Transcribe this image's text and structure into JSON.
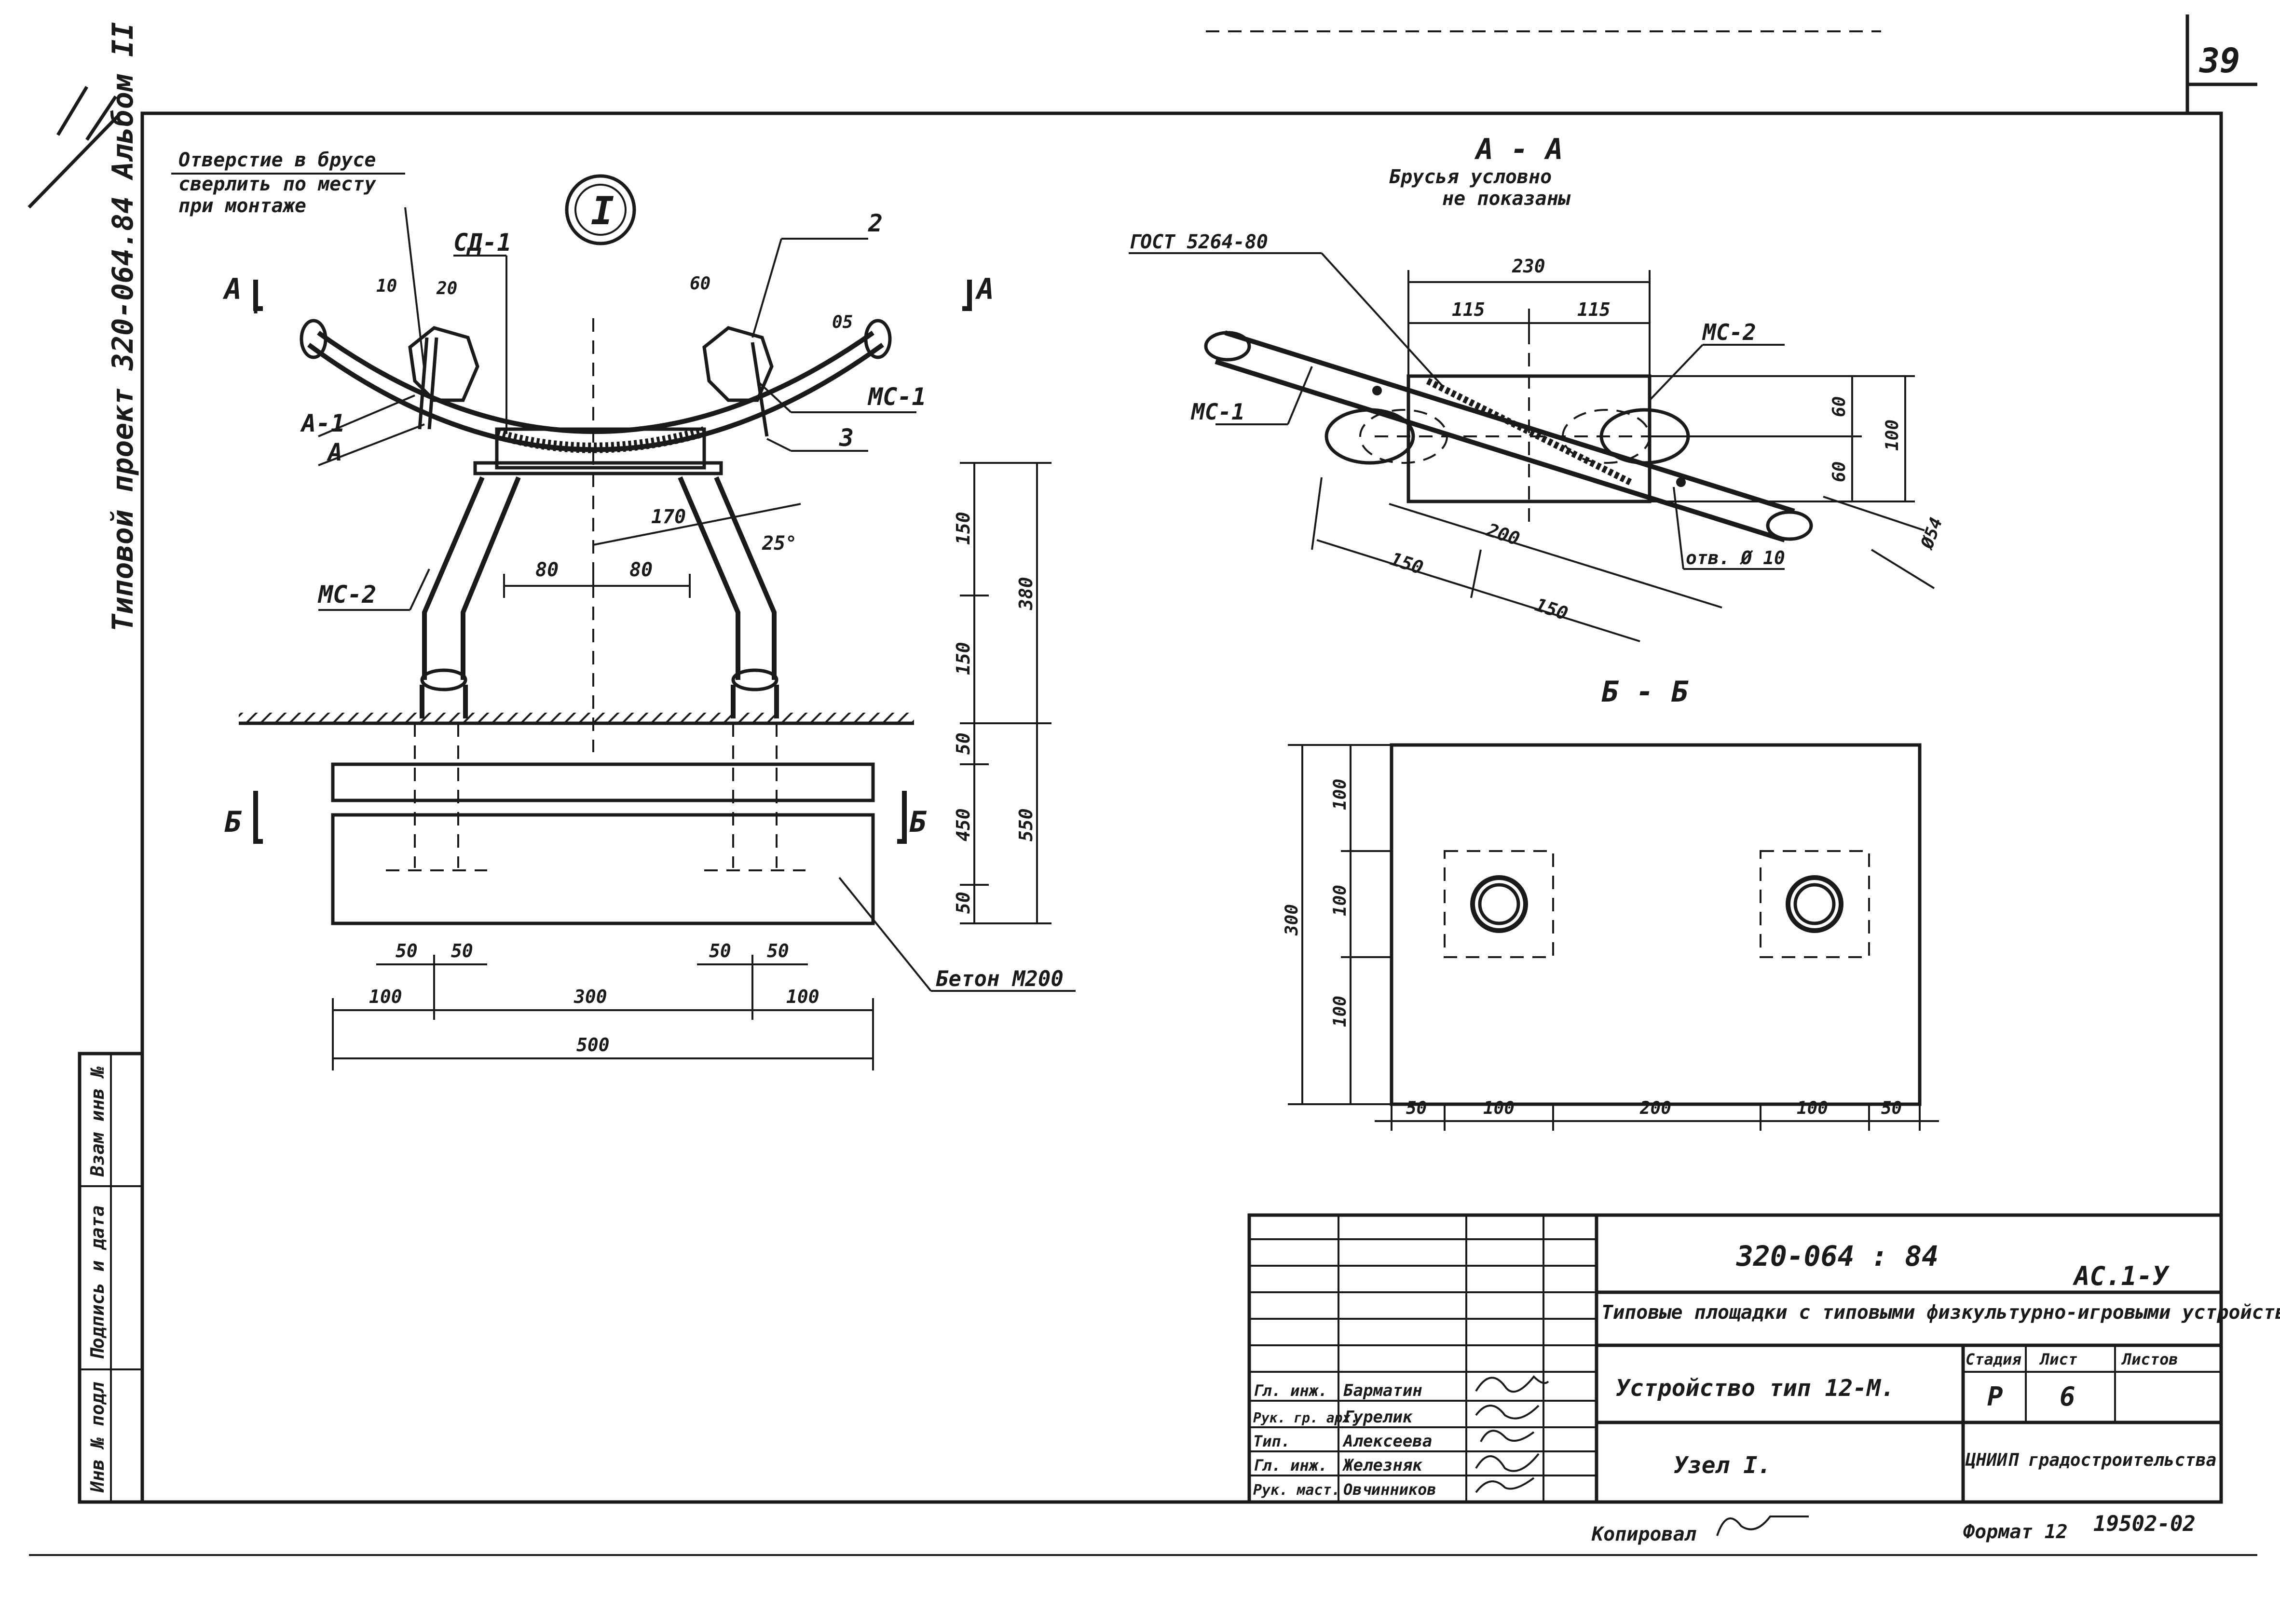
{
  "sheet": {
    "number": "39"
  },
  "side_labels": {
    "project": "Типовой проект 320-064.84 Альбом II",
    "inv_cols": [
      "Инв № подл",
      "Подпись и дата",
      "Взам инв №"
    ]
  },
  "left_view": {
    "node_mark": "I",
    "note_hole": [
      "Отверстие в брусе",
      "сверлить по месту",
      "при монтаже"
    ],
    "cut_a": "А",
    "cut_b": "Б",
    "parts": {
      "sd1": "СД-1",
      "p2": "2",
      "a1": "А-1",
      "a": "А",
      "ms1": "МС-1",
      "p3": "3",
      "ms2": "МС-2"
    },
    "dims": {
      "d10": "10",
      "d20": "20",
      "d60": "60",
      "d05": "05",
      "d170": "170",
      "d25": "25°",
      "d80a": "80",
      "d80b": "80",
      "v150a": "150",
      "v150b": "150",
      "v50a": "50",
      "v450": "450",
      "v50b": "50",
      "v380": "380",
      "v550": "550",
      "h50a": "50",
      "h50b": "50",
      "h50c": "50",
      "h50d": "50",
      "h100a": "100",
      "h300": "300",
      "h100b": "100",
      "h500": "500"
    },
    "concrete": "Бетон М200"
  },
  "section_aa": {
    "title": "А - А",
    "note": [
      "Брусья условно",
      "не показаны"
    ],
    "gost": "ГОСТ 5264-80",
    "ms1": "МС-1",
    "ms2": "МС-2",
    "dims": {
      "d230": "230",
      "d115a": "115",
      "d115b": "115",
      "d60a": "60",
      "d60b": "60",
      "d100": "100",
      "d54": "Ø54",
      "d200": "200",
      "d150a": "150",
      "d150b": "150"
    },
    "hole": "отв. Ø 10"
  },
  "section_bb": {
    "title": "Б - Б",
    "dims": {
      "v100a": "100",
      "v100b": "100",
      "v100c": "100",
      "v300": "300",
      "h50a": "50",
      "h100a": "100",
      "h200": "200",
      "h100b": "100",
      "h50b": "50"
    }
  },
  "title_block": {
    "doc_code": "320-064 : 84",
    "sheet_code": "АС.1-У",
    "description": "Типовые площадки с типовыми физкультурно-игровыми устройствами",
    "object": "Устройство тип 12-М.",
    "node": "Узел I.",
    "stage_h": "Стадия",
    "sheet_h": "Лист",
    "sheets_h": "Листов",
    "stage": "Р",
    "sheet": "6",
    "org": "ЦНИИП градостроительства",
    "people": [
      {
        "role": "Гл. инж.",
        "name": "Барматин"
      },
      {
        "role": "Рук. гр. арх.",
        "name": "Гурелик"
      },
      {
        "role": "Тип.",
        "name": "Алексеева"
      },
      {
        "role": "Гл. инж.",
        "name": "Железняк"
      },
      {
        "role": "Рук. маст.",
        "name": "Овчинников"
      }
    ]
  },
  "footer": {
    "copied": "Копировал",
    "format": "Формат 12",
    "ref": "19502-02"
  }
}
